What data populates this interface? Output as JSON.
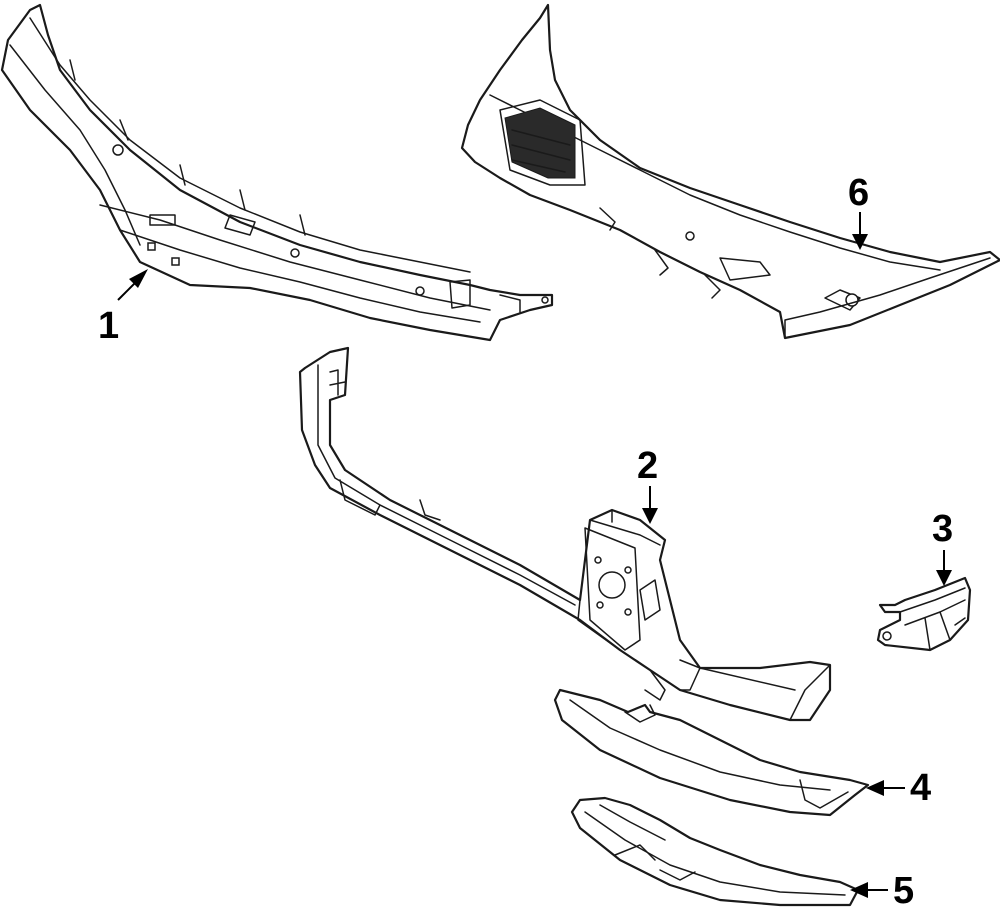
{
  "callouts": [
    {
      "id": "1",
      "label": "1"
    },
    {
      "id": "2",
      "label": "2"
    },
    {
      "id": "3",
      "label": "3"
    },
    {
      "id": "4",
      "label": "4"
    },
    {
      "id": "5",
      "label": "5"
    },
    {
      "id": "6",
      "label": "6"
    }
  ]
}
